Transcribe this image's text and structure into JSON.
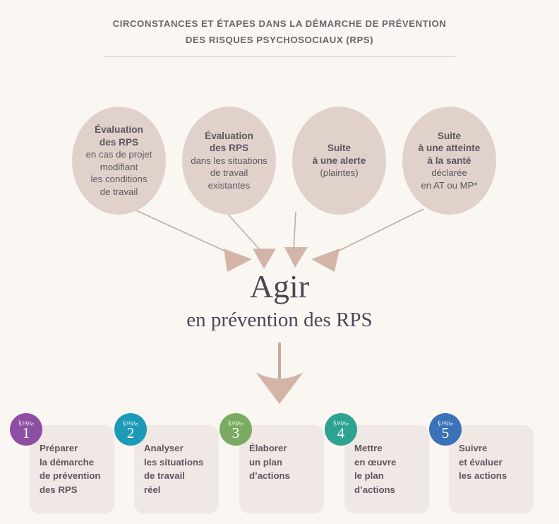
{
  "header": {
    "title_line_1": "CIRCONSTANCES ET ÉTAPES DANS LA DÉMARCHE DE PRÉVENTION",
    "title_line_2": "DES RISQUES PSYCHOSOCIAUX (RPS)"
  },
  "circles": [
    {
      "id": "circle-1",
      "bold_lines": [
        "Évaluation",
        "des RPS"
      ],
      "plain_lines": [
        "en cas de projet",
        "modifiant",
        "les conditions",
        "de travail"
      ]
    },
    {
      "id": "circle-2",
      "bold_lines": [
        "Évaluation",
        "des RPS"
      ],
      "plain_lines": [
        "dans les situations",
        "de travail",
        "existantes"
      ]
    },
    {
      "id": "circle-3",
      "bold_lines": [
        "Suite",
        "à une alerte"
      ],
      "plain_lines": [
        "(plaintes)"
      ]
    },
    {
      "id": "circle-4",
      "bold_lines": [
        "Suite",
        "à une atteinte",
        "à la santé"
      ],
      "plain_lines": [
        "déclarée",
        "en AT ou MP*"
      ]
    }
  ],
  "center": {
    "main": "Agir",
    "sub": "en prévention des RPS"
  },
  "steps": [
    {
      "badge_word": "Étape",
      "number": "1",
      "color": "#8e4ea3",
      "lines": [
        "Préparer",
        "la démarche",
        "de prévention",
        "des RPS"
      ]
    },
    {
      "badge_word": "Étape",
      "number": "2",
      "color": "#1c9bb8",
      "lines": [
        "Analyser",
        "les situations",
        "de travail",
        "réel"
      ]
    },
    {
      "badge_word": "Étape",
      "number": "3",
      "color": "#7bab62",
      "lines": [
        "Élaborer",
        "un plan",
        "d’actions"
      ]
    },
    {
      "badge_word": "Étape",
      "number": "4",
      "color": "#2fa391",
      "lines": [
        "Mettre",
        "en œuvre",
        "le plan",
        "d’actions"
      ]
    },
    {
      "badge_word": "Étape",
      "number": "5",
      "color": "#3b72b8",
      "lines": [
        "Suivre",
        "et évaluer",
        "les actions"
      ]
    }
  ],
  "colors": {
    "background": "#faf6f2",
    "circle_fill": "#e0d2cb",
    "card_fill": "#f0e8e4",
    "arrow": "#d3b5a8",
    "text": "#5d5560",
    "title_text": "#6a6370",
    "rule": "#cdc3c0"
  }
}
